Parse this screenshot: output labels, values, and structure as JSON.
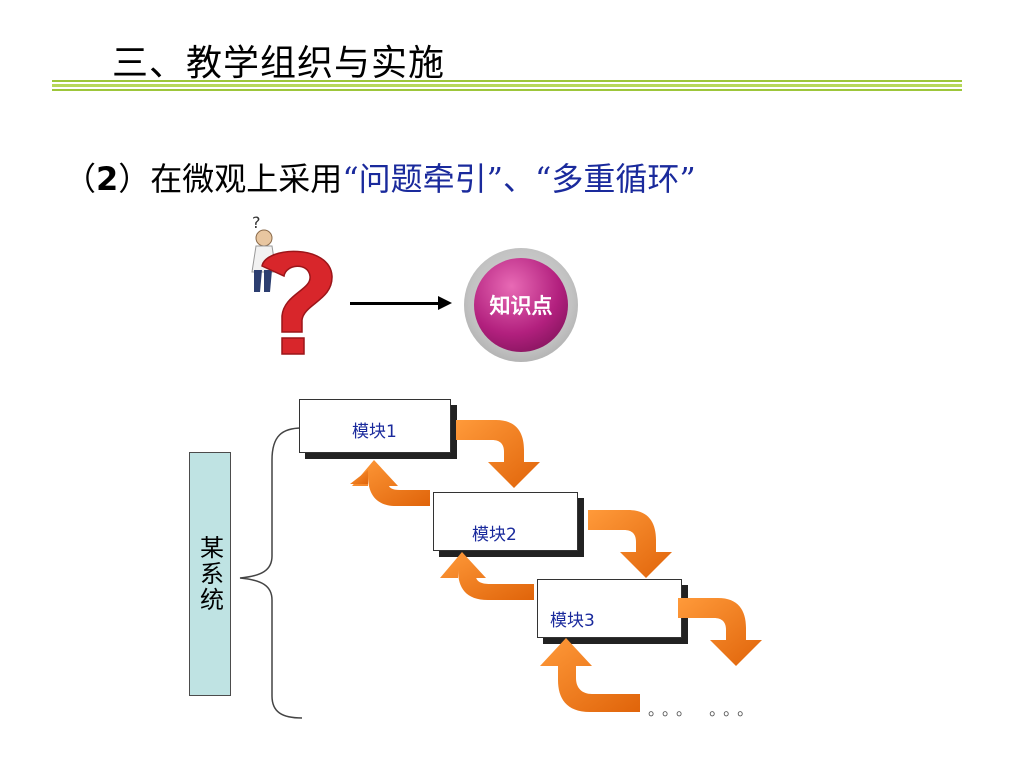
{
  "header": {
    "title": "三、教学组织与实施"
  },
  "subtitle": {
    "prefix_open": "（",
    "number": "2",
    "prefix_close": "）",
    "lead": "在微观上采用",
    "highlight": "“问题牵引”、“多重循环”"
  },
  "knowledge_point": {
    "label": "知识点"
  },
  "diagram": {
    "system_label": "某系统",
    "modules": [
      "模块1",
      "模块2",
      "模块3"
    ],
    "ellipsis": "。。。 。。。"
  },
  "colors": {
    "accent_green": "#9dc63a",
    "highlight_blue": "#1a2a9c",
    "loop_arrow_orange": "#f07a12",
    "system_box_fill": "#bfe3e3",
    "knowledge_point_magenta": "#b2207e"
  },
  "icons": {
    "question_figure": "person-on-question-mark-icon",
    "arrow": "arrow-right-icon",
    "knowledge_badge": "knowledge-point-badge-icon"
  }
}
